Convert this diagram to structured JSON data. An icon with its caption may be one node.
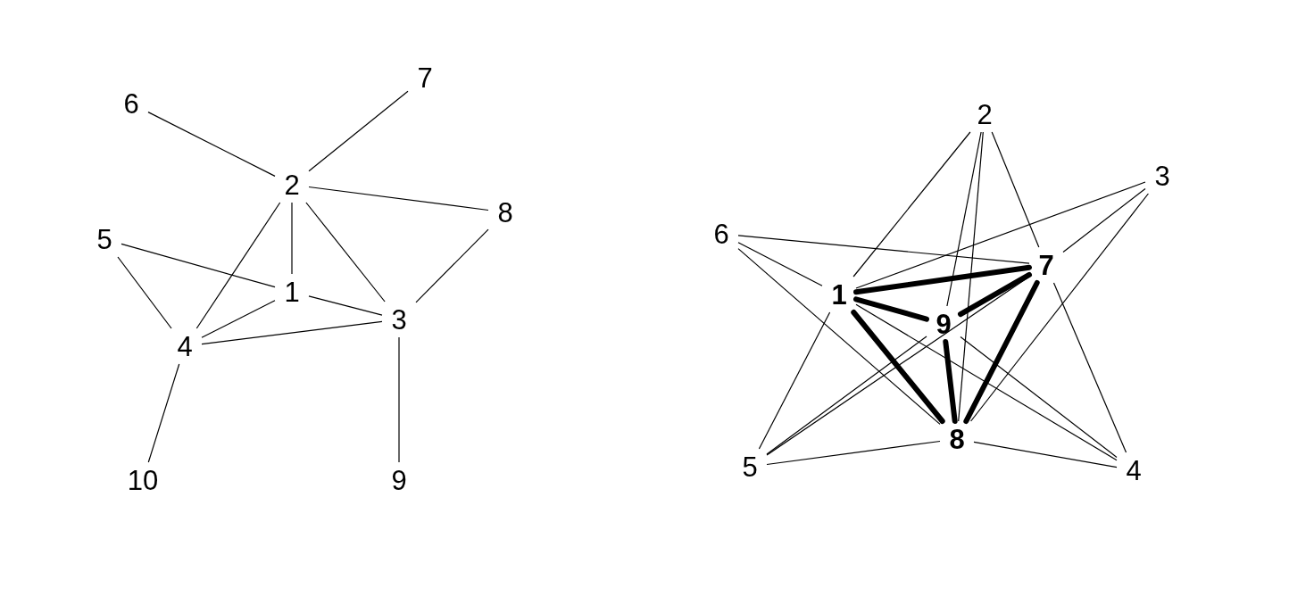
{
  "diagram": {
    "nodes": [
      {
        "text": [
          "6"
        ]
      },
      {
        "text": [
          "7"
        ]
      },
      {
        "text": [
          "2"
        ]
      },
      {
        "text": [
          "8"
        ]
      },
      {
        "text": [
          "5"
        ]
      },
      {
        "text": [
          "1"
        ]
      },
      {
        "text": [
          "3"
        ]
      },
      {
        "text": [
          "4"
        ]
      },
      {
        "text": [
          "10"
        ]
      },
      {
        "text": [
          "9"
        ]
      },
      {
        "text": [
          "2"
        ]
      },
      {
        "text": [
          "3"
        ]
      },
      {
        "text": [
          "6"
        ]
      },
      {
        "text": [
          "7"
        ]
      },
      {
        "text": [
          "1"
        ]
      },
      {
        "text": [
          "9"
        ]
      },
      {
        "text": [
          "8"
        ]
      },
      {
        "text": [
          "5"
        ]
      },
      {
        "text": [
          "4"
        ]
      }
    ],
    "edges": [
      {
        "from": 0,
        "to": 2,
        "arrow": "none"
      },
      {
        "from": 1,
        "to": 2,
        "arrow": "none"
      },
      {
        "from": 2,
        "to": 3,
        "arrow": "none"
      },
      {
        "from": 2,
        "to": 5,
        "arrow": "none"
      },
      {
        "from": 2,
        "to": 6,
        "arrow": "none"
      },
      {
        "from": 2,
        "to": 7,
        "arrow": "none"
      },
      {
        "from": 4,
        "to": 5,
        "arrow": "none"
      },
      {
        "from": 4,
        "to": 7,
        "arrow": "none"
      },
      {
        "from": 5,
        "to": 7,
        "arrow": "none"
      },
      {
        "from": 5,
        "to": 6,
        "arrow": "none"
      },
      {
        "from": 7,
        "to": 6,
        "arrow": "none"
      },
      {
        "from": 3,
        "to": 6,
        "arrow": "none"
      },
      {
        "from": 7,
        "to": 8,
        "arrow": "none"
      },
      {
        "from": 6,
        "to": 9,
        "arrow": "none"
      },
      {
        "from": 14,
        "to": 13,
        "arrow": "none",
        "style": "thick"
      },
      {
        "from": 14,
        "to": 15,
        "arrow": "none",
        "style": "thick"
      },
      {
        "from": 14,
        "to": 16,
        "arrow": "none",
        "style": "thick"
      },
      {
        "from": 15,
        "to": 16,
        "arrow": "none",
        "style": "thick"
      },
      {
        "from": 15,
        "to": 13,
        "arrow": "none",
        "style": "thick"
      },
      {
        "from": 13,
        "to": 16,
        "arrow": "none",
        "style": "thick"
      },
      {
        "from": 10,
        "to": 14,
        "arrow": "none"
      },
      {
        "from": 10,
        "to": 15,
        "arrow": "none"
      },
      {
        "from": 10,
        "to": 16,
        "arrow": "none"
      },
      {
        "from": 10,
        "to": 13,
        "arrow": "none"
      },
      {
        "from": 11,
        "to": 14,
        "arrow": "none"
      },
      {
        "from": 11,
        "to": 13,
        "arrow": "none"
      },
      {
        "from": 11,
        "to": 16,
        "arrow": "none"
      },
      {
        "from": 12,
        "to": 13,
        "arrow": "none"
      },
      {
        "from": 12,
        "to": 14,
        "arrow": "none"
      },
      {
        "from": 12,
        "to": 16,
        "arrow": "none"
      },
      {
        "from": 17,
        "to": 14,
        "arrow": "none"
      },
      {
        "from": 17,
        "to": 13,
        "arrow": "none"
      },
      {
        "from": 17,
        "to": 15,
        "arrow": "none"
      },
      {
        "from": 17,
        "to": 16,
        "arrow": "none"
      },
      {
        "from": 18,
        "to": 14,
        "arrow": "none"
      },
      {
        "from": 18,
        "to": 15,
        "arrow": "none"
      },
      {
        "from": 18,
        "to": 13,
        "arrow": "none"
      },
      {
        "from": 18,
        "to": 16,
        "arrow": "none"
      }
    ]
  }
}
